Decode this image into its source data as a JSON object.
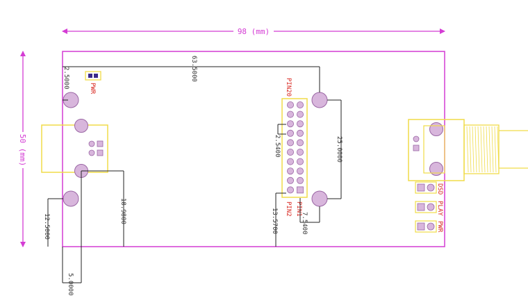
{
  "colors": {
    "board_outline": "#d43cd4",
    "silk": "#f0dc48",
    "hole_fill": "#d8b6dc",
    "hole_stroke": "#9a66a4",
    "dimension": "#222222",
    "label_red": "#d8261f"
  },
  "board": {
    "width_label": "98 (mm)",
    "height_label": "50 (mm)"
  },
  "dimensions": {
    "d_63_5": "63.5000",
    "d_2_5": "2.5000",
    "d_25": "25.0000",
    "d_2_54": "2.5400",
    "d_18_98": "18.9800",
    "d_12_5": "12.5000",
    "d_5": "5.0000",
    "d_13_57": "13.5700",
    "d_7_54": "7.5400"
  },
  "labels": {
    "pwr_top": "PWR",
    "pin20": "PIN20",
    "pin1": "PIN1",
    "pin2": "PIN2",
    "dsd": "DSD",
    "play": "PLAY",
    "pwr_side": "PWR"
  }
}
